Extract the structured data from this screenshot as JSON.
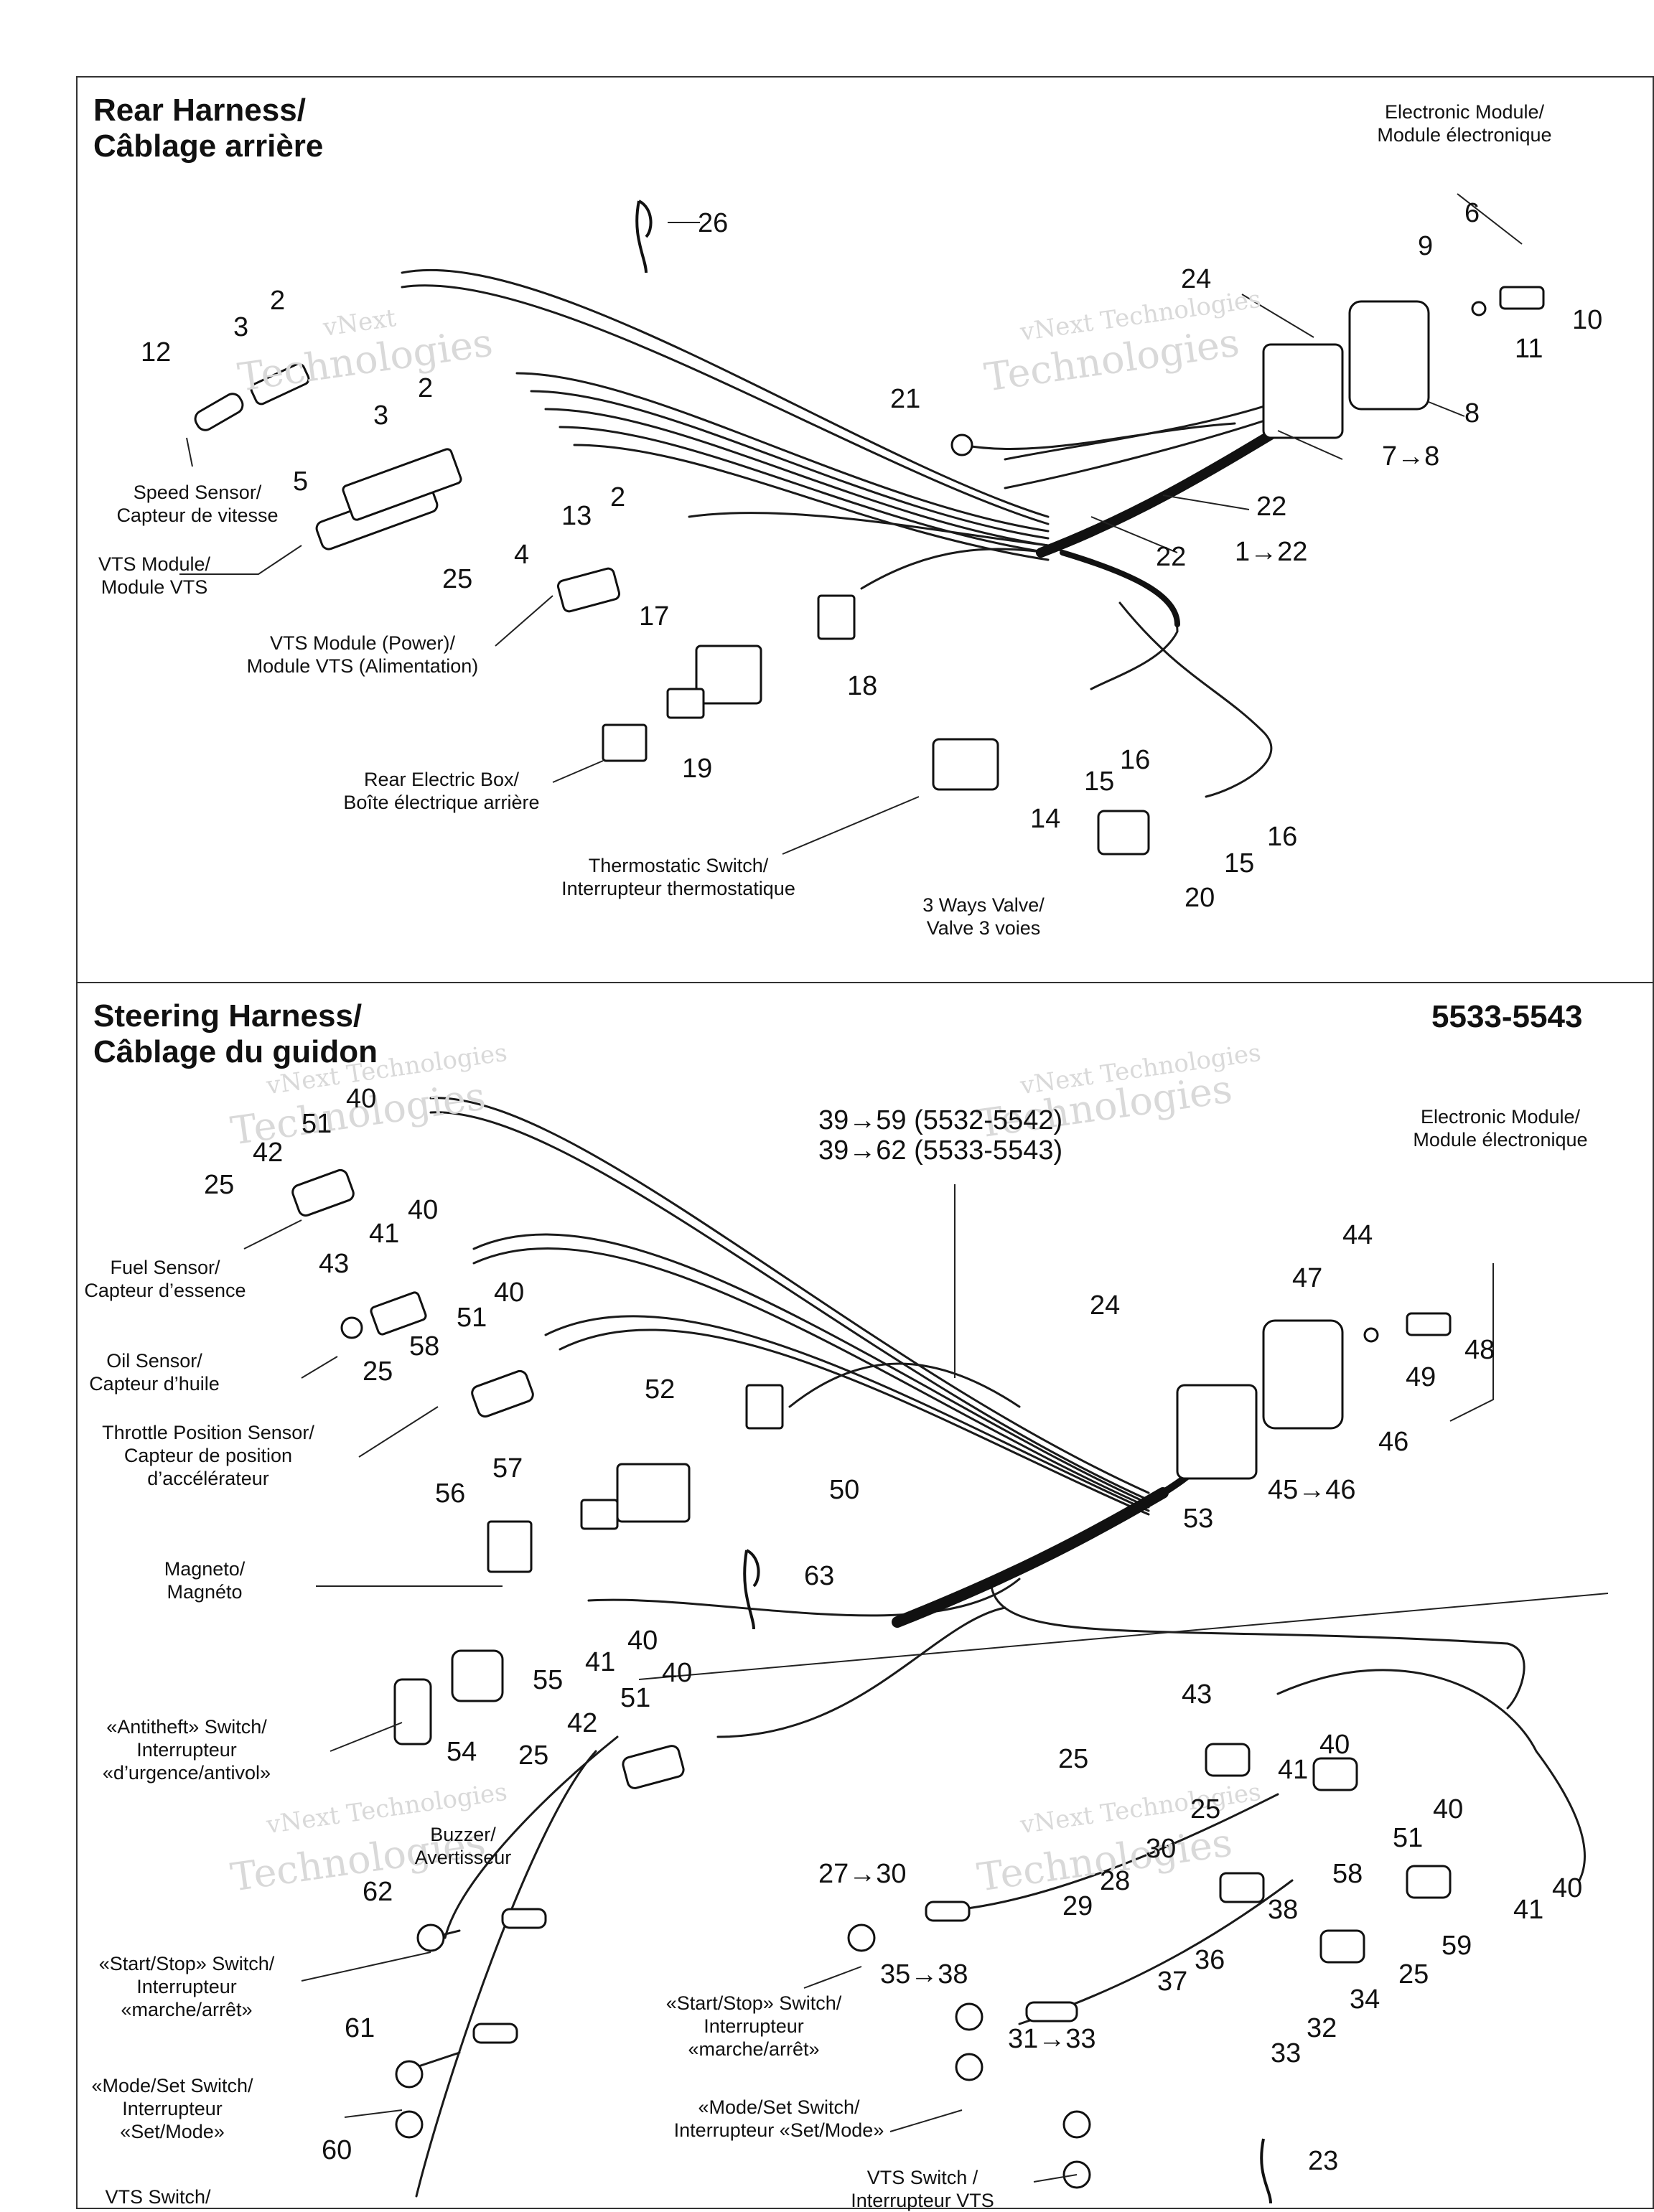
{
  "code": "5533-5543",
  "watermark": {
    "line1": "vNext",
    "line2": "vNext Technologies",
    "line3": "Technologies"
  },
  "rear": {
    "title1": "Rear Harness/",
    "title2": "Câblage arrière",
    "labels": {
      "em1": "Electronic Module/",
      "em2": "Module électronique",
      "ss1": "Speed Sensor/",
      "ss2": "Capteur de vitesse",
      "vts1": "VTS Module/",
      "vts2": "Module VTS",
      "vtsp1": "VTS Module (Power)/",
      "vtsp2": "Module VTS (Alimentation)",
      "reb1": "Rear Electric Box/",
      "reb2": "Boîte électrique arrière",
      "ts1": "Thermostatic Switch/",
      "ts2": "Interrupteur  thermostatique",
      "v3_1": "3 Ways Valve/",
      "v3_2": "Valve 3 voies"
    },
    "callouts": {
      "c26": "26",
      "c2a": "2",
      "c3a": "3",
      "c12": "12",
      "c2b": "2",
      "c3b": "3",
      "c5": "5",
      "c13": "13",
      "c2c": "2",
      "c4": "4",
      "c25": "25",
      "c17": "17",
      "c18": "18",
      "c19": "19",
      "c21": "21",
      "c24": "24",
      "c6": "6",
      "c9": "9",
      "c10": "10",
      "c11": "11",
      "c8": "8",
      "c78": "7→8",
      "c22a": "22",
      "c22b": "22",
      "c122": "1→22",
      "c16a": "16",
      "c15a": "15",
      "c14": "14",
      "c16b": "16",
      "c15b": "15",
      "c20": "20"
    }
  },
  "steering": {
    "title1": "Steering Harness/",
    "title2": "Câblage du guidon",
    "range1": "39→59 (5532-5542)",
    "range2": "39→62 (5533-5543)",
    "labels": {
      "em1": "Electronic Module/",
      "em2": "Module électronique",
      "fs1": "Fuel Sensor/",
      "fs2": "Capteur d’essence",
      "os1": "Oil Sensor/",
      "os2": "Capteur d’huile",
      "tps1": "Throttle Position Sensor/",
      "tps2": "Capteur de position",
      "tps3": "d’accélérateur",
      "mag1": "Magneto/",
      "mag2": "Magnéto",
      "at1": "«Antitheft» Switch/",
      "at2": "Interrupteur",
      "at3": "«d’urgence/antivol»",
      "bz1": "Buzzer/",
      "bz2": "Avertisseur",
      "ss1": "«Start/Stop» Switch/",
      "ss2": "Interrupteur",
      "ss3": "«marche/arrêt»",
      "ms1": "«Mode/Set Switch/",
      "ms2": "Interrupteur",
      "ms3": "«Set/Mode»",
      "vts1": "VTS Switch/",
      "ss2_1": "«Start/Stop» Switch/",
      "ss2_2": "Interrupteur",
      "ss2_3": "«marche/arrêt»",
      "ms2_1": "«Mode/Set Switch/",
      "ms2_2": "Interrupteur «Set/Mode»",
      "vts2_1": "VTS Switch /",
      "vts2_2": "Interrupteur VTS"
    },
    "callouts": {
      "c40a": "40",
      "c51a": "51",
      "c42a": "42",
      "c25a": "25",
      "c40b": "40",
      "c41a": "41",
      "c43a": "43",
      "c40c": "40",
      "c51b": "51",
      "c58": "58",
      "c25b": "25",
      "c52": "52",
      "c50": "50",
      "c57": "57",
      "c56": "56",
      "c63": "63",
      "c40d": "40",
      "c41b": "41",
      "c55": "55",
      "c40e": "40",
      "c51c": "51",
      "c54": "54",
      "c42b": "42",
      "c25c": "25",
      "c24": "24",
      "c44": "44",
      "c47": "47",
      "c48": "48",
      "c49": "49",
      "c46": "46",
      "c4546": "45→46",
      "c53": "53",
      "c62": "62",
      "c61": "61",
      "c60": "60",
      "c43b": "43",
      "c40f": "40",
      "c41c": "41",
      "c40g": "40",
      "c51d": "51",
      "c40h": "40",
      "c41d": "41",
      "c25d": "25",
      "c25e": "25",
      "c59": "59",
      "c58b": "58",
      "c28": "28",
      "c29": "29",
      "c30": "30",
      "c2730": "27→30",
      "c38": "38",
      "c36": "36",
      "c37": "37",
      "c3538": "35→38",
      "c34": "34",
      "c25f": "25",
      "c32": "32",
      "c33": "33",
      "c3133": "31→33",
      "c23": "23"
    }
  }
}
